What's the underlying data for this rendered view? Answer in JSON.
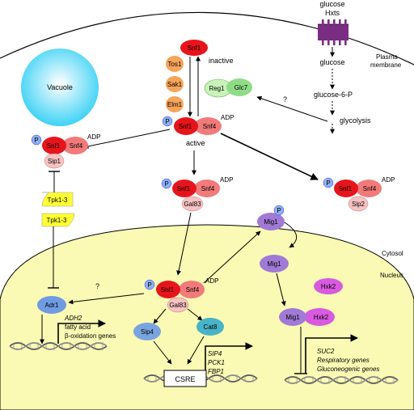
{
  "labels": {
    "glucose_top": "glucose",
    "hxts": "Hxts",
    "plasma_membrane_1": "Plasma",
    "plasma_membrane_2": "membrane",
    "glucose_mid": "glucose",
    "glucose_6p": "glucose-6-P",
    "glycolysis": "glycolysis",
    "inactive": "inactive",
    "active": "active",
    "vacuole": "Vacuole",
    "cytosol": "Cytosol",
    "nucleus": "Nucleus",
    "question_1": "?",
    "question_2": "?",
    "csre": "CSRE",
    "adp": "ADP",
    "p": "P"
  },
  "proteins": {
    "snf1": "Snf1",
    "snf4": "Snf4",
    "tos1": "Tos1",
    "sak1": "Sak1",
    "elm1": "Elm1",
    "reg1": "Reg1",
    "glc7": "Glc7",
    "sip1": "Sip1",
    "sip2": "Sip2",
    "gal83": "Gal83",
    "tpk": "Tpk1-3",
    "adr1": "Adr1",
    "mig1": "Mig1",
    "hxk2": "Hxk2",
    "sip4": "Sip4",
    "cat8": "Cat8"
  },
  "genes": {
    "adh2": "ADH2",
    "fatty_acid": "fatty acid",
    "beta_oxidation": "β-oxidation genes",
    "sip4": "SIP4",
    "pck1": "PCK1",
    "fbp1": "FBP1",
    "suc2": "SUC2",
    "respiratory": "Respiratory genes",
    "gluconeogenic": "Gluconeogenic genes"
  },
  "colors": {
    "snf1": "#e8141b",
    "snf4": "#f17a7a",
    "sip": "#f7c2c2",
    "kinase": "#f5a55a",
    "reg1": "#c9f2b8",
    "glc7": "#8fdc86",
    "tpk": "#ffff33",
    "adr1": "#6f9be2",
    "mig1": "#a07ad6",
    "hxk2": "#d85ae0",
    "sip4": "#7aa4e0",
    "cat8": "#49b3c8",
    "phospho": "#8fb0ee",
    "nucleus": "#fafab4",
    "transporter": "#7a2d82",
    "vacuole_center": "#ffffff",
    "vacuole_edge": "#3ed2f5"
  }
}
